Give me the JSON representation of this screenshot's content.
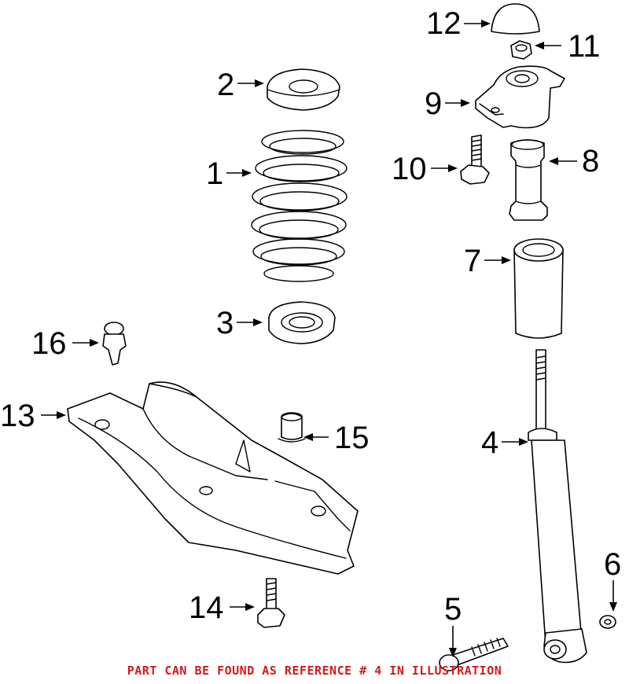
{
  "callouts": {
    "c1": "1",
    "c2": "2",
    "c3": "3",
    "c4": "4",
    "c5": "5",
    "c6": "6",
    "c7": "7",
    "c8": "8",
    "c9": "9",
    "c10": "10",
    "c11": "11",
    "c12": "12",
    "c13": "13",
    "c14": "14",
    "c15": "15",
    "c16": "16"
  },
  "footer": {
    "note": "PART CAN BE FOUND AS REFERENCE # 4 IN ILLUSTRATION",
    "color": "#d11a1a"
  }
}
